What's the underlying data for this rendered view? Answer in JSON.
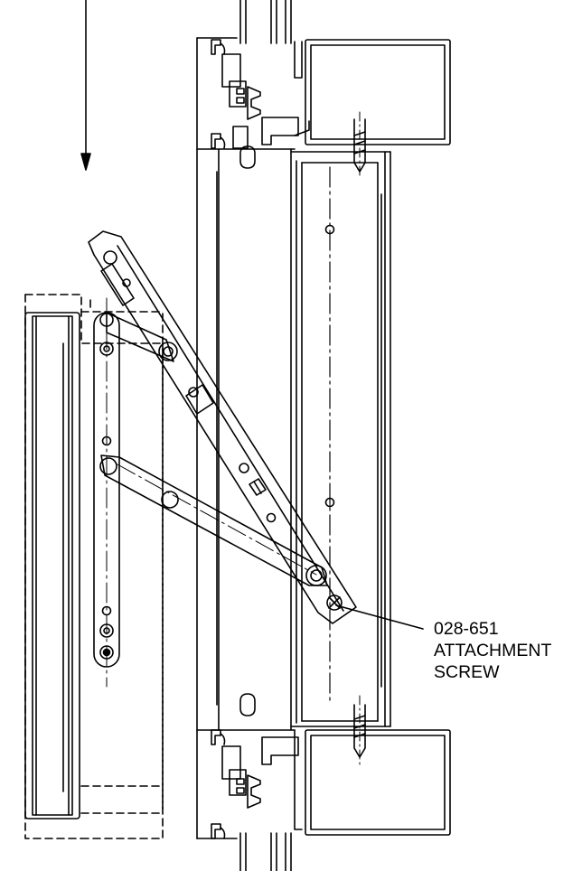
{
  "callout": {
    "part_number": "028-651",
    "line1": "ATTACHMENT",
    "line2": "SCREW"
  },
  "colors": {
    "ink": "#000000",
    "paper": "#ffffff"
  }
}
